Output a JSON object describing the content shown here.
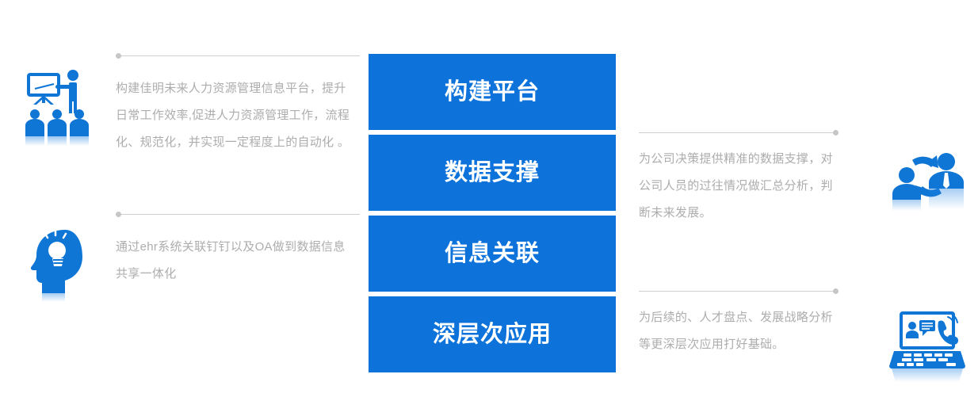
{
  "theme": {
    "accent": "#0d73db",
    "bar_text": "#ffffff",
    "body_text": "#adadad",
    "line": "#cfcfcf",
    "background": "#ffffff"
  },
  "bars": [
    {
      "label": "构建平台"
    },
    {
      "label": "数据支撑"
    },
    {
      "label": "信息关联"
    },
    {
      "label": "深层次应用"
    }
  ],
  "left_items": [
    {
      "icon": "presentation-training-icon",
      "text": "构建佳明未来人力资源管理信息平台，提升日常工作效率,促进人力资源管理工作，流程化、规范化，并实现一定程度上的自动化 。"
    },
    {
      "icon": "head-lightbulb-idea-icon",
      "text": "通过ehr系统关联钉钉以及OA做到数据信息共享一体化"
    }
  ],
  "right_items": [
    {
      "icon": "people-exchange-arrows-icon",
      "text": "为公司决策提供精准的数据支撑，对公司人员的过往情况做汇总分析，判断未来发展。"
    },
    {
      "icon": "laptop-chat-call-icon",
      "text": "为后续的、人才盘点、发展战略分析等更深层次应用打好基础。"
    }
  ]
}
